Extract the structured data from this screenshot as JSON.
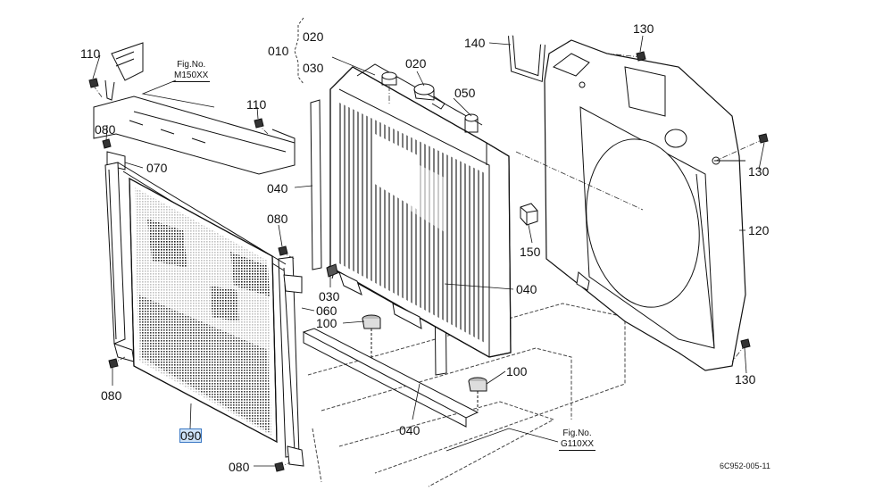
{
  "diagram": {
    "drawing_number": "6C952-005-11",
    "selected_part": "090",
    "fig_refs": [
      {
        "id": "fig-m150",
        "line1": "Fig.No.",
        "line2": "M150XX"
      },
      {
        "id": "fig-g110",
        "line1": "Fig.No.",
        "line2": "G110XX"
      }
    ],
    "callouts": [
      {
        "id": "c110a",
        "text": "110"
      },
      {
        "id": "c080a",
        "text": "080"
      },
      {
        "id": "c070",
        "text": "070"
      },
      {
        "id": "c110b",
        "text": "110"
      },
      {
        "id": "c010",
        "text": "010"
      },
      {
        "id": "c020a",
        "text": "020"
      },
      {
        "id": "c030a",
        "text": "030"
      },
      {
        "id": "c020b",
        "text": "020"
      },
      {
        "id": "c050",
        "text": "050"
      },
      {
        "id": "c140",
        "text": "140"
      },
      {
        "id": "c130a",
        "text": "130"
      },
      {
        "id": "c130b",
        "text": "130"
      },
      {
        "id": "c040a",
        "text": "040"
      },
      {
        "id": "c080b",
        "text": "080"
      },
      {
        "id": "c120",
        "text": "120"
      },
      {
        "id": "c150",
        "text": "150"
      },
      {
        "id": "c030b",
        "text": "030"
      },
      {
        "id": "c040b",
        "text": "040"
      },
      {
        "id": "c060",
        "text": "060"
      },
      {
        "id": "c100a",
        "text": "100"
      },
      {
        "id": "c080c",
        "text": "080"
      },
      {
        "id": "c100b",
        "text": "100"
      },
      {
        "id": "c130c",
        "text": "130"
      },
      {
        "id": "c090",
        "text": "090"
      },
      {
        "id": "c040c",
        "text": "040"
      },
      {
        "id": "c080d",
        "text": "080"
      }
    ]
  }
}
